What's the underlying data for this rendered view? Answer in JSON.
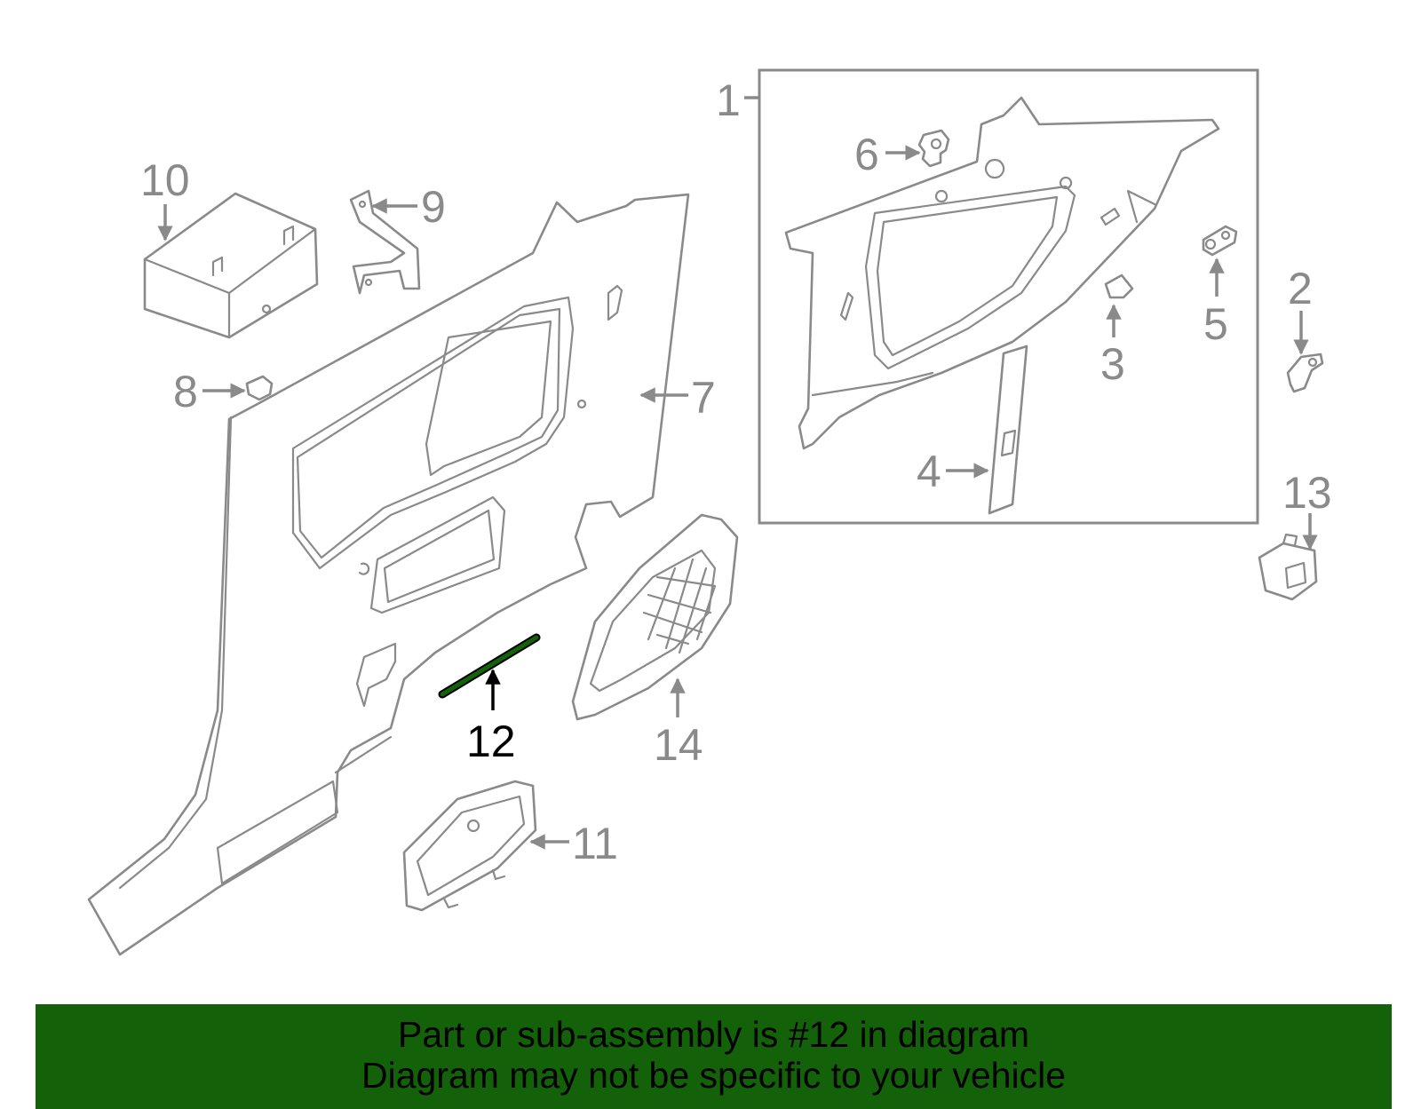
{
  "diagram": {
    "highlight_color": "#136108",
    "highlight_part": "12",
    "callouts": {
      "c1": "1",
      "c2": "2",
      "c3": "3",
      "c4": "4",
      "c5": "5",
      "c6": "6",
      "c7": "7",
      "c8": "8",
      "c9": "9",
      "c10": "10",
      "c11": "11",
      "c12": "12",
      "c13": "13",
      "c14": "14"
    }
  },
  "footer": {
    "background": "#136108",
    "line1": "Part or sub-assembly is #12 in diagram",
    "line2": "Diagram may not be specific to your vehicle"
  }
}
